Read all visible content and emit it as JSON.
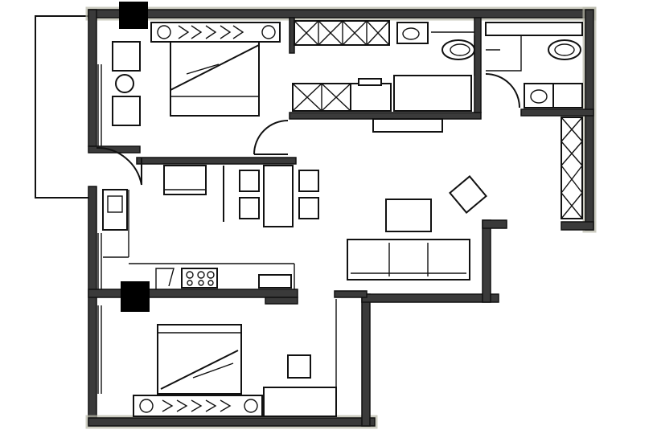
{
  "title": "",
  "colors": {
    "wall": "#3a3a3a",
    "line": "#111111",
    "background": "#ffffff"
  },
  "rooms": [
    "master-bedroom",
    "balcony",
    "wardrobe-corridor",
    "kitchen-counter",
    "bathroom-1",
    "bathroom-2",
    "dining-area",
    "living-room",
    "kitchen",
    "bedroom-2",
    "linen-closet"
  ],
  "furniture": [
    "double-bed-top",
    "double-bed-bottom",
    "armchair",
    "side-table",
    "dining-table",
    "dining-chairs",
    "sofa",
    "coffee-table",
    "lounge-chair",
    "tv-unit",
    "stove",
    "sink",
    "toilets",
    "wash-basins",
    "wardrobes",
    "desk",
    "stool"
  ]
}
